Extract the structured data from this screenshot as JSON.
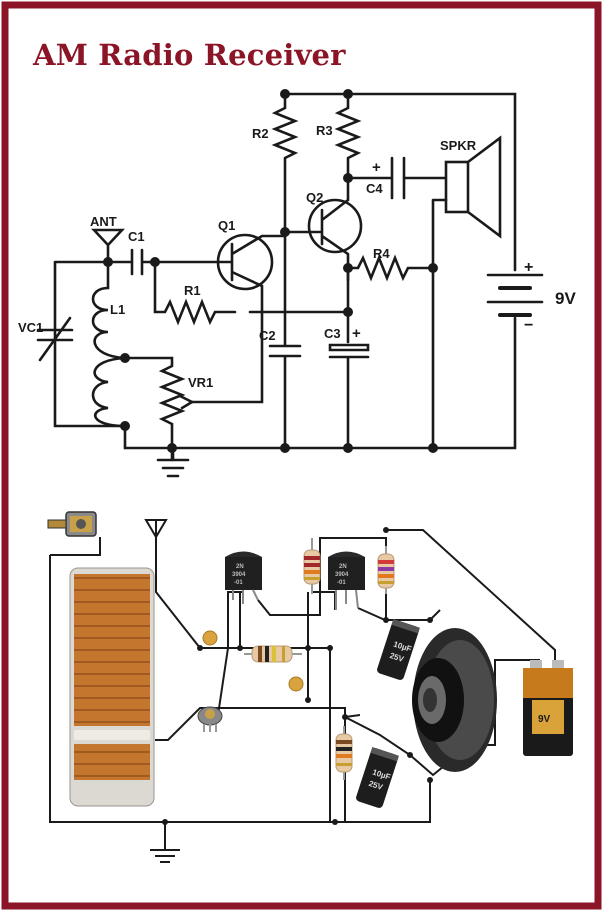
{
  "title": "AM Radio Receiver",
  "colors": {
    "border": "#8b1426",
    "title": "#8b1426",
    "wire": "#1a1a1a"
  },
  "schematic": {
    "labels": {
      "ant": "ANT",
      "c1": "C1",
      "q1": "Q1",
      "q2": "Q2",
      "r1": "R1",
      "r2": "R2",
      "r3": "R3",
      "r4": "R4",
      "c2": "C2",
      "c3": "C3",
      "c3_plus": "+",
      "c4": "C4",
      "c4_plus": "+",
      "l1": "L1",
      "vc1": "VC1",
      "vr1": "VR1",
      "spkr": "SPKR",
      "batt_plus": "+",
      "batt_minus": "−",
      "batt_voltage": "9V"
    }
  },
  "breadboard": {
    "labels": {
      "q1_part": [
        "2N",
        "3904",
        "-01"
      ],
      "q2_part": [
        "2N",
        "3904",
        "-01"
      ],
      "cap_top": [
        "10µF",
        "25V"
      ],
      "cap_bottom": [
        "10µF",
        "25V"
      ],
      "battery": "9V"
    }
  }
}
